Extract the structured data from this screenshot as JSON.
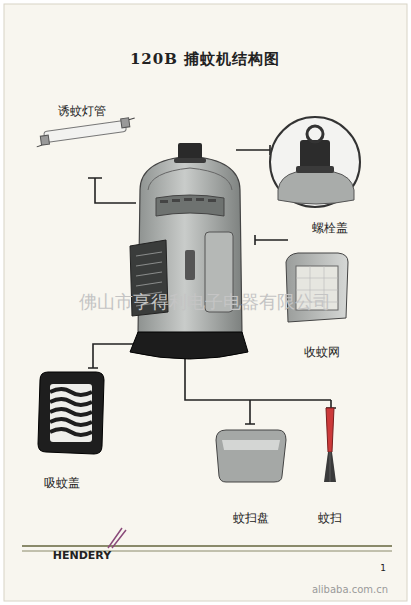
{
  "diagram": {
    "title": "120B 捕蚊机结构图",
    "labels": [
      "诱蚊灯管",
      "螺栓盖",
      "收蚊网",
      "吸蚊盖",
      "蚊扫盘",
      "蚊扫",
      "佛山市亨得利电子电器有限公司",
      "HENDERY",
      "1",
      "alibaba.com.cn"
    ]
  }
}
